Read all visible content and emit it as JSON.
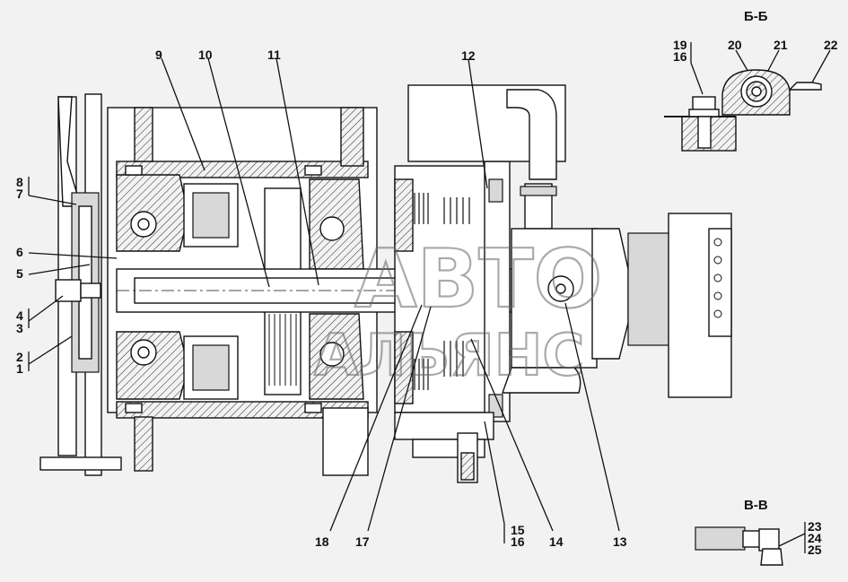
{
  "sections": {
    "bb": "Б-Б",
    "vv": "В-В"
  },
  "watermark": {
    "line1": "АВТО",
    "line2": "АЛЬЯНС"
  },
  "callouts": {
    "left": [
      "8",
      "7",
      "6",
      "5",
      "4",
      "3",
      "2",
      "1"
    ],
    "top": [
      "9",
      "10",
      "11",
      "12"
    ],
    "bottom": [
      "18",
      "17",
      "15",
      "16",
      "14",
      "13"
    ],
    "bb": [
      "19",
      "16",
      "20",
      "21",
      "22"
    ],
    "vv": [
      "23",
      "24",
      "25"
    ]
  }
}
